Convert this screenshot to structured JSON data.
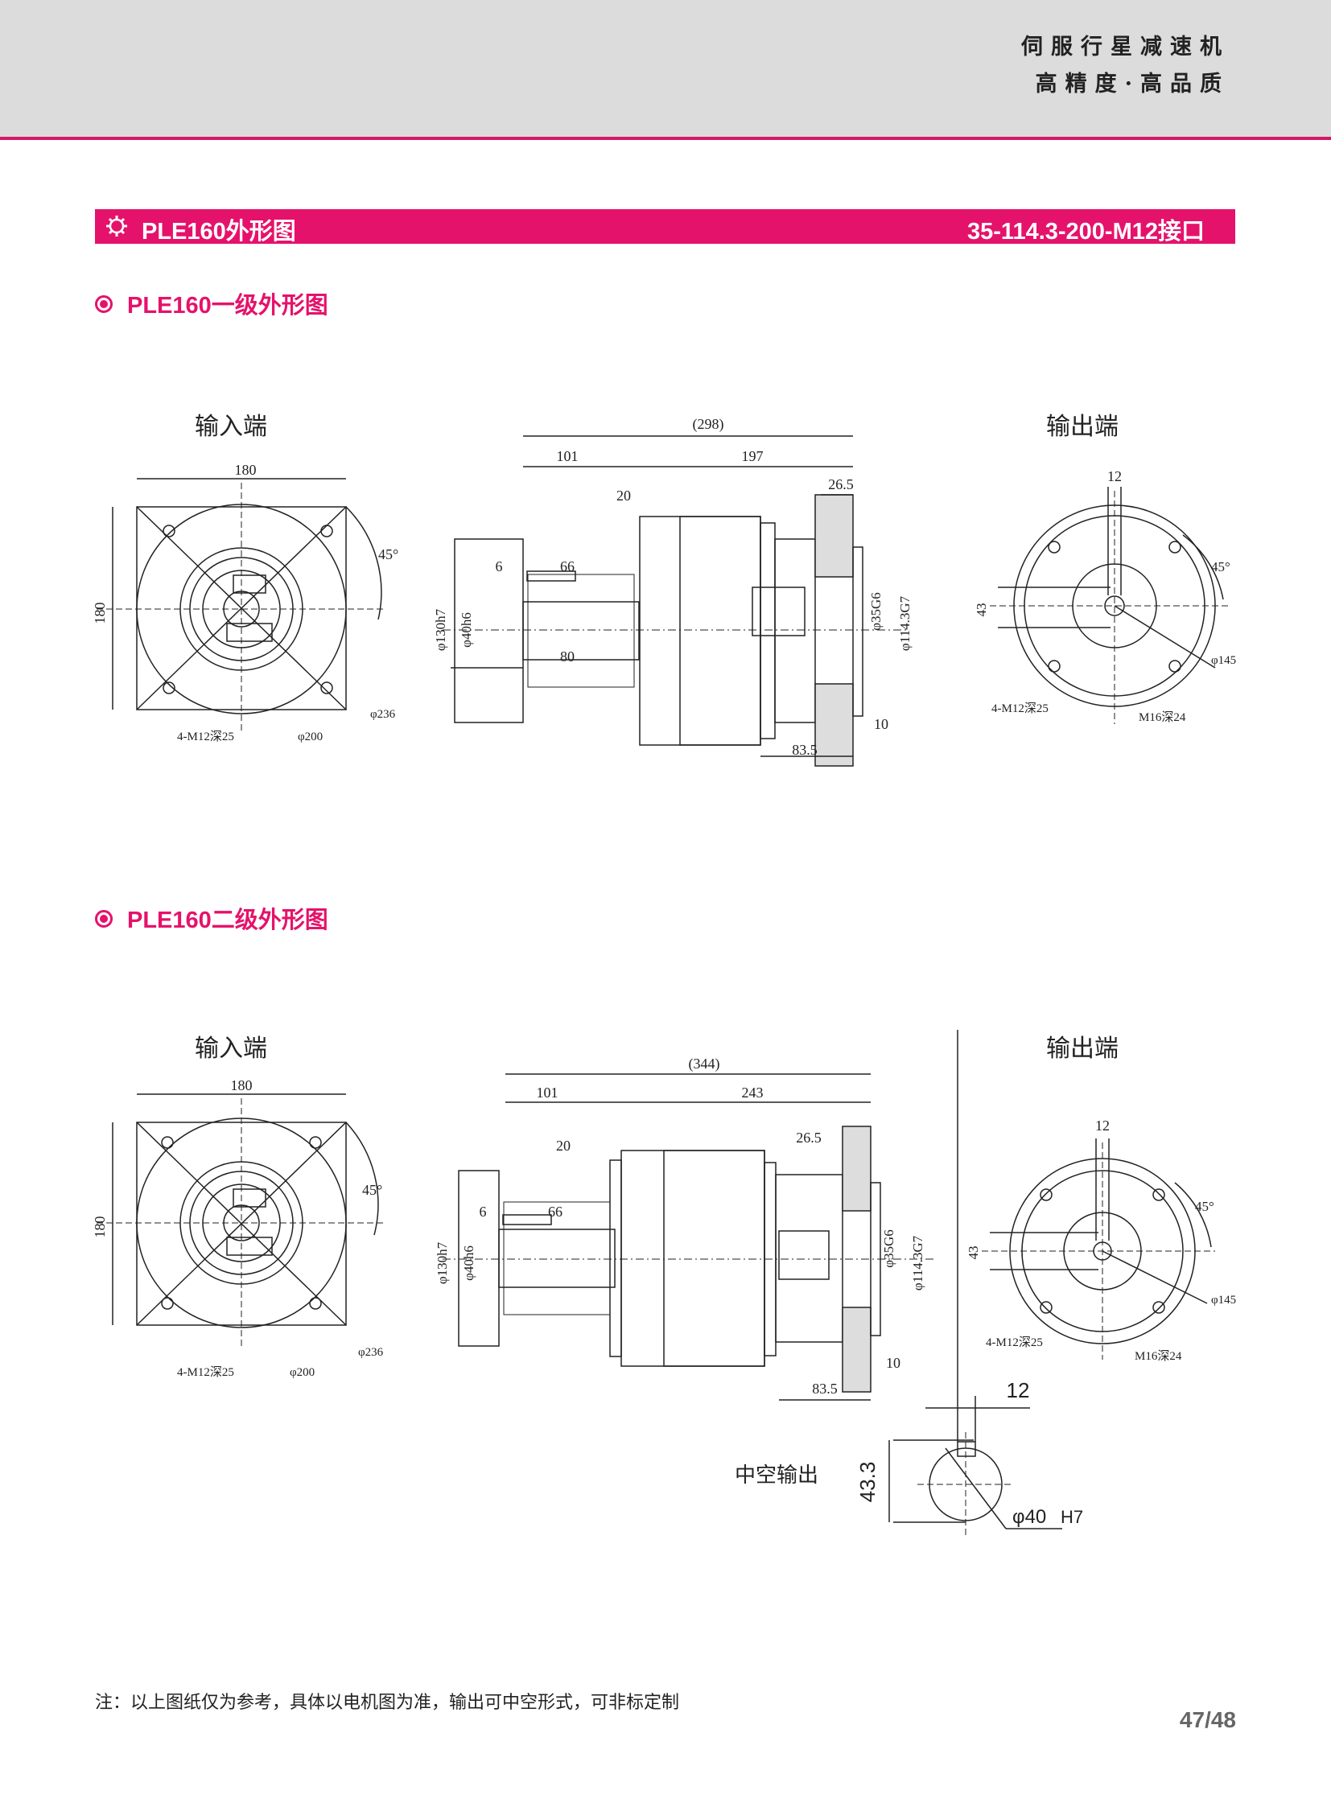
{
  "header": {
    "line1": "伺服行星减速机",
    "line2": "高精度·高品质",
    "accent_color": "#e5126b"
  },
  "title_bar": {
    "left": "PLE160外形图",
    "right": "35-114.3-200-M12接口",
    "icon": "gear-icon"
  },
  "sections": [
    {
      "heading": "PLE160一级外形图",
      "input_label": "输入端",
      "output_label": "输出端",
      "dims": {
        "in_width": "180",
        "in_height": "180",
        "in_angle": "45°",
        "in_bolt": "4-M12深25",
        "in_pcd": "φ200",
        "in_diag": "φ236",
        "total": "(298)",
        "left_len": "101",
        "right_len": "197",
        "pilot": "20",
        "flange": "26.5",
        "key_off": "6",
        "key_len": "66",
        "shaft_len": "80",
        "bore1": "φ130h7",
        "bore2": "φ40h6",
        "out_bore": "φ35G6",
        "out_pilot": "φ114.3G7",
        "out_thk": "10",
        "out_len": "83.5",
        "out_key": "12",
        "out_height": "43",
        "out_angle": "45°",
        "out_pcd": "φ145",
        "out_bolt": "4-M12深25",
        "out_tap": "M16深24"
      }
    },
    {
      "heading": "PLE160二级外形图",
      "input_label": "输入端",
      "output_label": "输出端",
      "dims": {
        "in_width": "180",
        "in_height": "180",
        "in_angle": "45°",
        "in_bolt": "4-M12深25",
        "in_pcd": "φ200",
        "in_diag": "φ236",
        "total": "(344)",
        "left_len": "101",
        "right_len": "243",
        "pilot": "20",
        "flange": "26.5",
        "key_off": "6",
        "key_len": "66",
        "bore1": "φ130h7",
        "bore2": "φ40h6",
        "out_bore": "φ35G6",
        "out_pilot": "φ114.3G7",
        "out_thk": "10",
        "out_len": "83.5",
        "out_key": "12",
        "out_height": "43",
        "out_angle": "45°",
        "out_pcd": "φ145",
        "out_bolt": "4-M12深25",
        "out_tap": "M16深24"
      },
      "hollow": {
        "label": "中空输出",
        "key": "12",
        "height": "43.3",
        "bore": "φ40",
        "tol": "H7"
      }
    }
  ],
  "footer": {
    "note": "注：以上图纸仅为参考，具体以电机图为准，输出可中空形式，可非标定制",
    "page": "47/48"
  }
}
